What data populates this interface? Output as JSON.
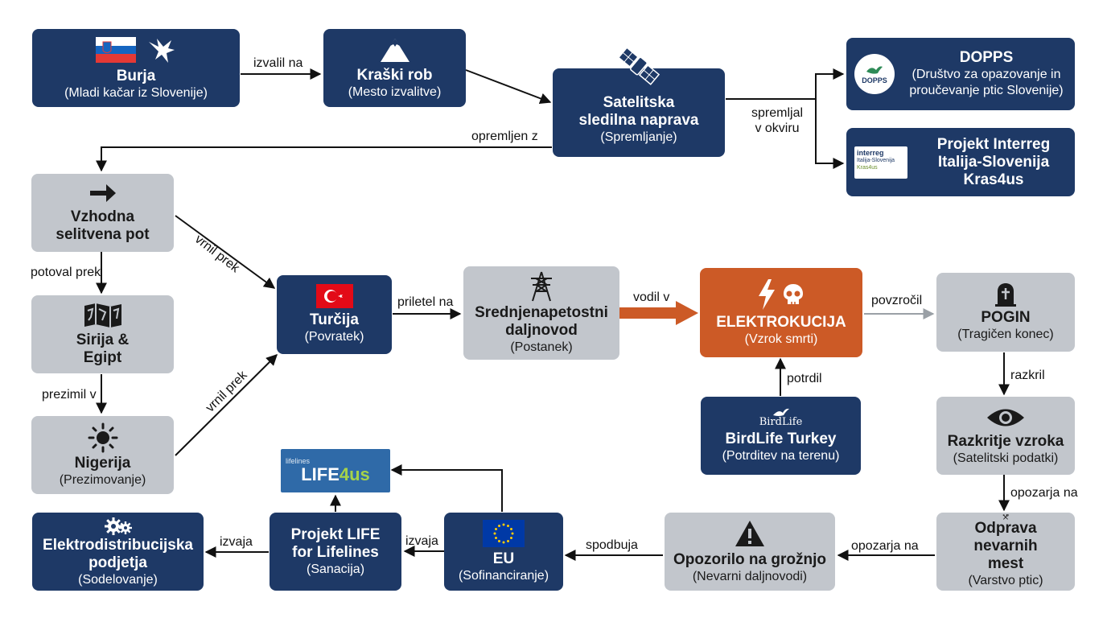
{
  "colors": {
    "navy": "#1e3966",
    "gray": "#c2c6cc",
    "orange": "#cc5a26",
    "edge": "#111111",
    "edge_muted": "#9aa0a6"
  },
  "nodes": {
    "burja": {
      "title": "Burja",
      "sub": "(Mladi kačar iz Slovenije)",
      "icons": [
        "slovenia-flag-icon",
        "eagle-icon"
      ]
    },
    "kraski_rob": {
      "title": "Kraški rob",
      "sub": "(Mesto izvalitve)",
      "icon": "mountain-icon"
    },
    "satelitska": {
      "title1": "Satelitska",
      "title2": "sledilna naprava",
      "sub": "(Spremljanje)",
      "icon": "satellite-icon"
    },
    "dopps": {
      "title": "DOPPS",
      "sub1": "(Društvo za opazovanje in",
      "sub2": "proučevanje ptic Slovenije)",
      "logo_text": "DOPPS"
    },
    "interreg": {
      "title1": "Projekt Interreg",
      "title2": "Italija-Slovenija",
      "title3": "Kras4us",
      "logo_line1": "interreg",
      "logo_line2": "Italija-Slovenija",
      "logo_line3": "Kras4us"
    },
    "vzhodna": {
      "title1": "Vzhodna",
      "title2": "selitvena pot",
      "icon": "arrow-right-icon"
    },
    "sirija": {
      "title1": "Sirija &",
      "title2": "Egipt",
      "icon": "map-icon"
    },
    "nigerija": {
      "title": "Nigerija",
      "sub": "(Prezimovanje)",
      "icon": "sun-icon"
    },
    "turcija": {
      "title": "Turčija",
      "sub": "(Povratek)",
      "icon": "turkey-flag-icon"
    },
    "daljnovod": {
      "title1": "Srednjenapetostni",
      "title2": "daljnovod",
      "sub": "(Postanek)",
      "icon": "power-pylon-icon"
    },
    "elektrokucija": {
      "title": "ELEKTROKUCIJA",
      "sub": "(Vzrok smrti)",
      "icons": [
        "lightning-icon",
        "skull-icon"
      ]
    },
    "pogin": {
      "title": "POGIN",
      "sub": "(Tragičen konec)",
      "icon": "gravestone-icon"
    },
    "birdlife": {
      "title": "BirdLife Turkey",
      "sub": "(Potrditev na terenu)",
      "logo_text": "BirdLife"
    },
    "razkritje": {
      "title": "Razkritje vzroka",
      "sub": "(Satelitski podatki)",
      "icon": "eye-icon"
    },
    "odprava": {
      "title1": "Odprava nevarnih",
      "title2": "mest",
      "sub": "(Varstvo ptic)",
      "icon": "tools-icon"
    },
    "opozorilo": {
      "title": "Opozorilo na grožnjo",
      "sub": "(Nevarni daljnovodi)",
      "icon": "warning-icon"
    },
    "eu": {
      "title": "EU",
      "sub": "(Sofinanciranje)",
      "icon": "eu-flag-icon"
    },
    "life": {
      "title1": "Projekt LIFE",
      "title2": "for Lifelines",
      "sub": "(Sanacija)"
    },
    "elektro": {
      "title1": "Elektrodistribucijska",
      "title2": "podjetja",
      "sub": "(Sodelovanje)",
      "icon": "gears-icon"
    },
    "life_logo": {
      "small": "lifelines",
      "text1": "LIFE",
      "text2": "4us"
    }
  },
  "edge_labels": {
    "izvalil_na": "izvalil na",
    "opremljen_z": "opremljen z",
    "spremljal1": "spremljal",
    "spremljal2": "v okviru",
    "potoval_prek": "potoval prek",
    "prezimil_v": "prezimil v",
    "vrnil_prek_1": "vrnil prek",
    "vrnil_prek_2": "vrnil prek",
    "priletel_na": "priletel na",
    "vodil_v": "vodil v",
    "povzrocil": "povzročil",
    "potrdil": "potrdil",
    "razkril": "razkril",
    "opozarja_na_1": "opozarja na",
    "opozarja_na_2": "opozarja na",
    "spodbuja": "spodbuja",
    "izvaja_1": "izvaja",
    "izvaja_2": "izvaja"
  }
}
